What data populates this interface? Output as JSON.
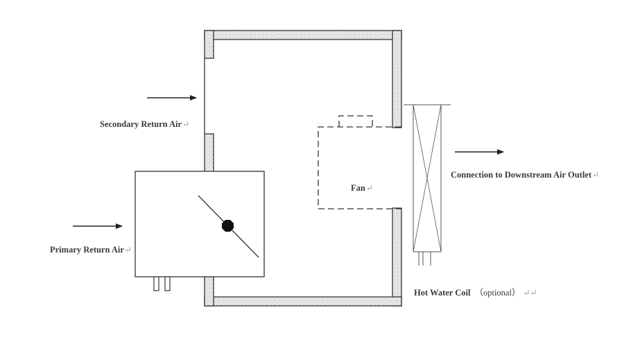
{
  "labels": {
    "secondary_return_air": "Secondary Return Air",
    "primary_return_air": "Primary Return Air",
    "fan": "Fan",
    "connection_downstream": "Connection to Downstream Air Outlet",
    "hot_water_coil": "Hot Water Coil",
    "optional": "（optional）"
  },
  "return_mark": "↵",
  "double_return_mark": "↵↵",
  "colors": {
    "line": "#333333",
    "insulation_fill": "#e9e9e9",
    "insulation_dots": "#8c8c8c",
    "text": "#3a3a3a",
    "return_mark": "#9a9a9a"
  }
}
